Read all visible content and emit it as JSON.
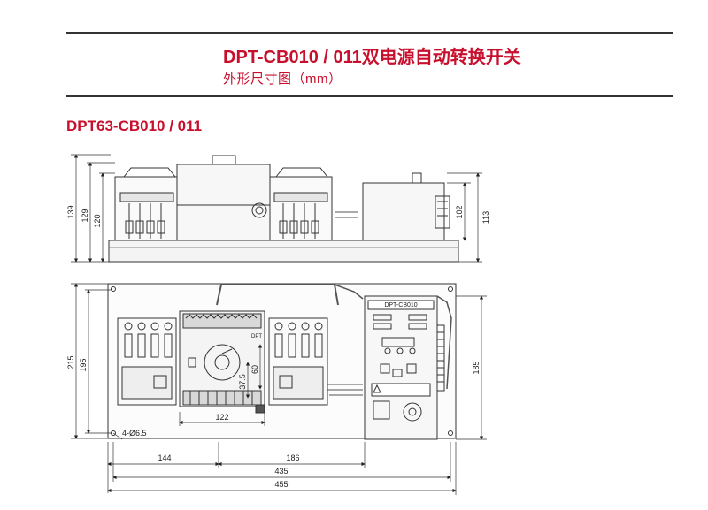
{
  "header": {
    "title": "DPT-CB010 / 011双电源自动转换开关",
    "subtitle": "外形尺寸图（mm）"
  },
  "section": {
    "model_title": "DPT63-CB010 / 011"
  },
  "side_view": {
    "dims": {
      "h139": "139",
      "h129": "129",
      "h120": "120",
      "h102": "102",
      "h113": "113"
    }
  },
  "top_view": {
    "controller_label": "DPT-CB010",
    "switch_label": "DPT",
    "dims": {
      "h215": "215",
      "h195": "195",
      "h185": "185",
      "v60": "60",
      "v37_5": "37.5",
      "w122": "122",
      "hole": "4-Ø6.5",
      "w144": "144",
      "w186": "186",
      "w435": "435",
      "w455": "455"
    }
  }
}
